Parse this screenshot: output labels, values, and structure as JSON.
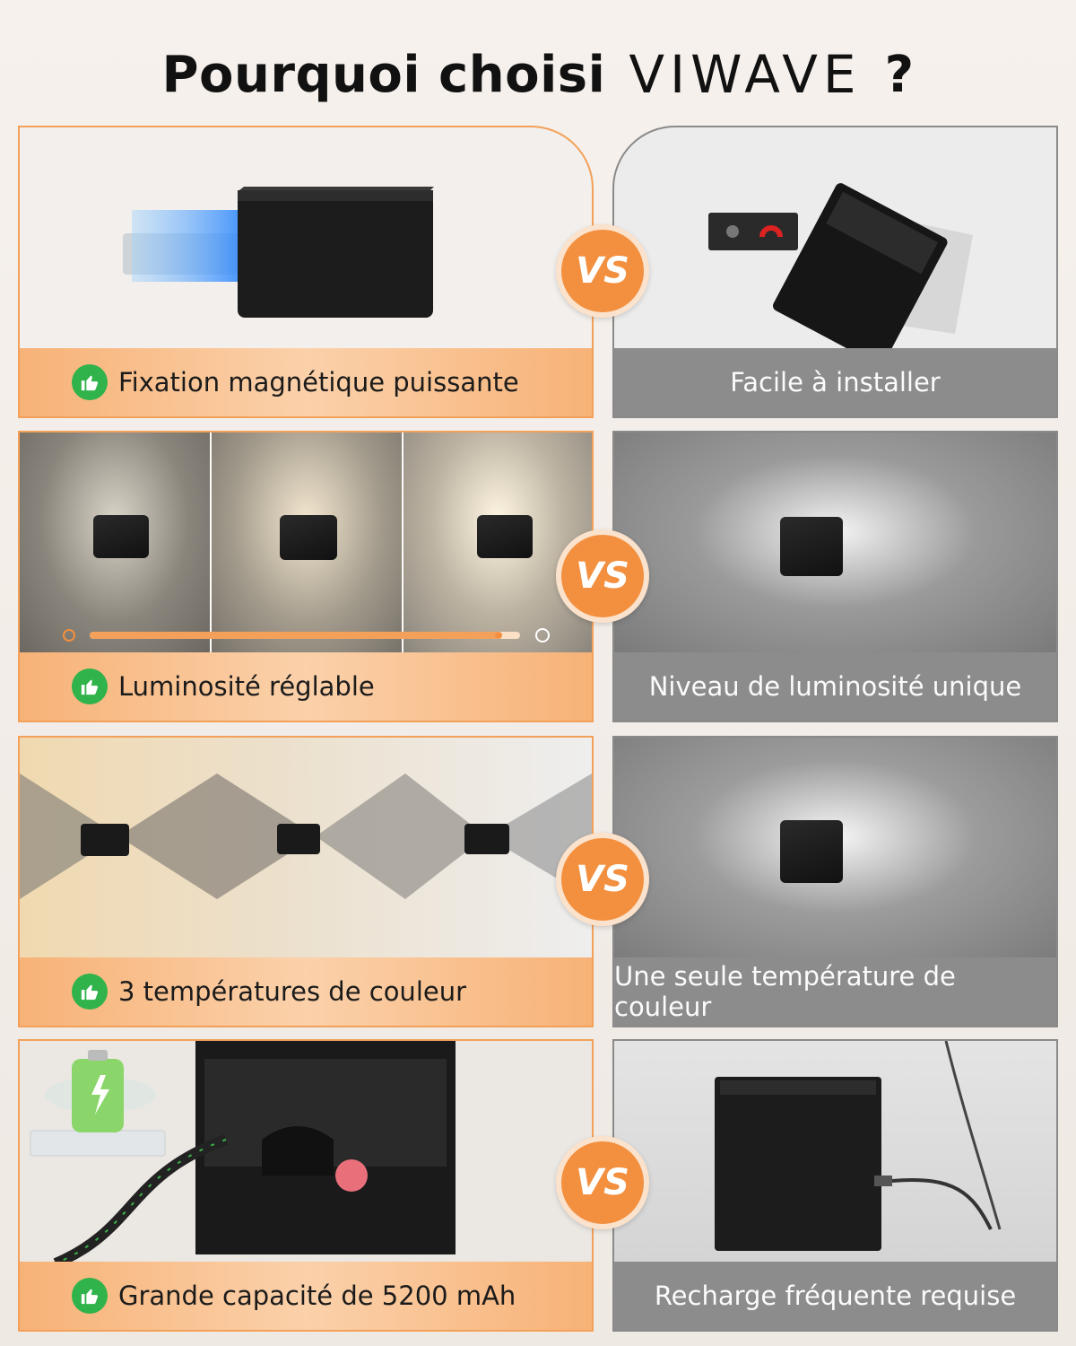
{
  "header": {
    "title_prefix": "Pourquoi choisi",
    "brand": "VIWAVE",
    "title_suffix": "?"
  },
  "vs_label": "VS",
  "rows": [
    {
      "left_caption": "Fixation magnétique puissante",
      "right_caption": "Facile à installer"
    },
    {
      "left_caption": "Luminosité réglable",
      "right_caption": "Niveau de luminosité unique"
    },
    {
      "left_caption": "3 températures de couleur",
      "right_caption": "Une seule température de couleur"
    },
    {
      "left_caption": "Grande capacité de 5200 mAh",
      "right_caption": "Recharge fréquente requise"
    }
  ],
  "brightness_slider": {
    "level": 0.95
  },
  "colors": {
    "accent_orange": "#f3903f",
    "good_green": "#2fb34a",
    "neutral_gray": "#8c8c8c"
  }
}
